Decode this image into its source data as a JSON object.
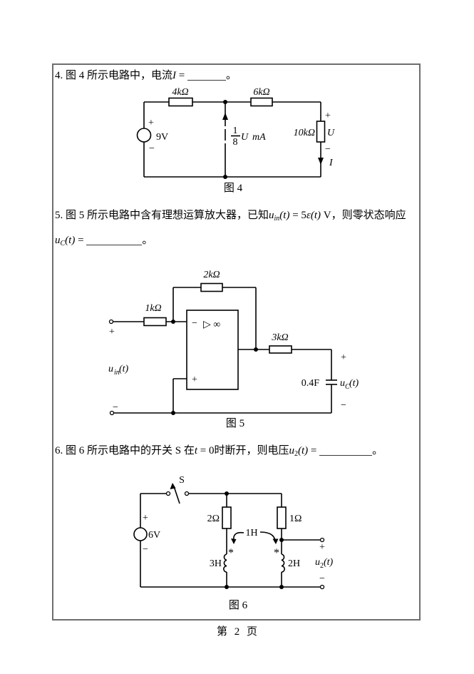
{
  "page": {
    "footer": "第 2 页"
  },
  "q4": {
    "pre": "4. 图 4 所示电路中，电流",
    "var": "I",
    "eq": " = ",
    "end": "。"
  },
  "fig4": {
    "caption": "图 4",
    "r_left": "4kΩ",
    "r_right_top": "6kΩ",
    "r_right": "10kΩ",
    "src": "9V",
    "src_plus": "+",
    "src_minus": "−",
    "dep_num": "1",
    "dep_den": "8",
    "dep_var": "U",
    "dep_unit": "mA",
    "v_plus": "+",
    "v_minus": "−",
    "v_var": "U",
    "i_var": "I"
  },
  "q5": {
    "pre": "5. 图 5 所示电路中含有理想运算放大器，已知",
    "u": "u",
    "usub": "in",
    "t1": "(t)",
    "eq": " = 5",
    "eps": "ε",
    "t2": "(t)",
    "unit": " V",
    "post": "，则零状态响应",
    "u2": "u",
    "u2sub": "C",
    "t3": "(t)",
    "eq2": " = ",
    "end": "。"
  },
  "fig5": {
    "caption": "图 5",
    "r_in": "1kΩ",
    "r_fb": "2kΩ",
    "r_out": "3kΩ",
    "op_minus": "−",
    "op_sym": "▷ ∞",
    "op_plus": "+",
    "in_plus": "+",
    "in_minus": "−",
    "uin_u": "u",
    "uin_sub": "in",
    "uin_t": "(t)",
    "cap_val": "0.4F",
    "uc_u": "u",
    "uc_sub": "C",
    "uc_t": "(t)",
    "out_plus": "+",
    "out_minus": "−"
  },
  "q6": {
    "pre": "6. 图 6 所示电路中的开关 S 在",
    "t": "t",
    "eq0": " = 0",
    "mid": "时断开，则电压",
    "u": "u",
    "usub": "2",
    "t1": "(t)",
    "eq": " = ",
    "end": "。"
  },
  "fig6": {
    "caption": "图 6",
    "switch": "S",
    "src": "6V",
    "src_plus": "+",
    "src_minus": "−",
    "r_mid": "2Ω",
    "r_right": "1Ω",
    "l_mid": "3H",
    "l_right": "2H",
    "mutual": "1H",
    "star_left": "*",
    "star_right": "*",
    "out_plus": "+",
    "out_minus": "−",
    "u2_u": "u",
    "u2_sub": "2",
    "u2_t": "(t)"
  }
}
